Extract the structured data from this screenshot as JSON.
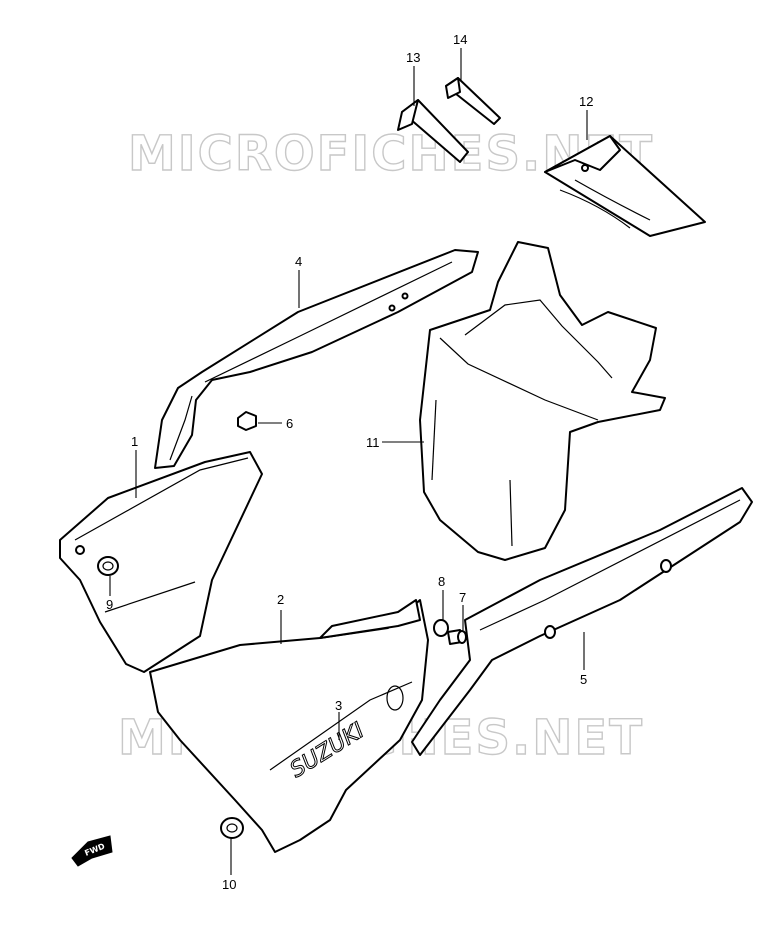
{
  "watermark": "MICROFICHES.NET",
  "brand_logo": "SUZUKI",
  "direction_label": "FWD",
  "callouts": [
    "1",
    "2",
    "3",
    "4",
    "5",
    "6",
    "7",
    "8",
    "9",
    "10",
    "11",
    "12",
    "13",
    "14"
  ]
}
